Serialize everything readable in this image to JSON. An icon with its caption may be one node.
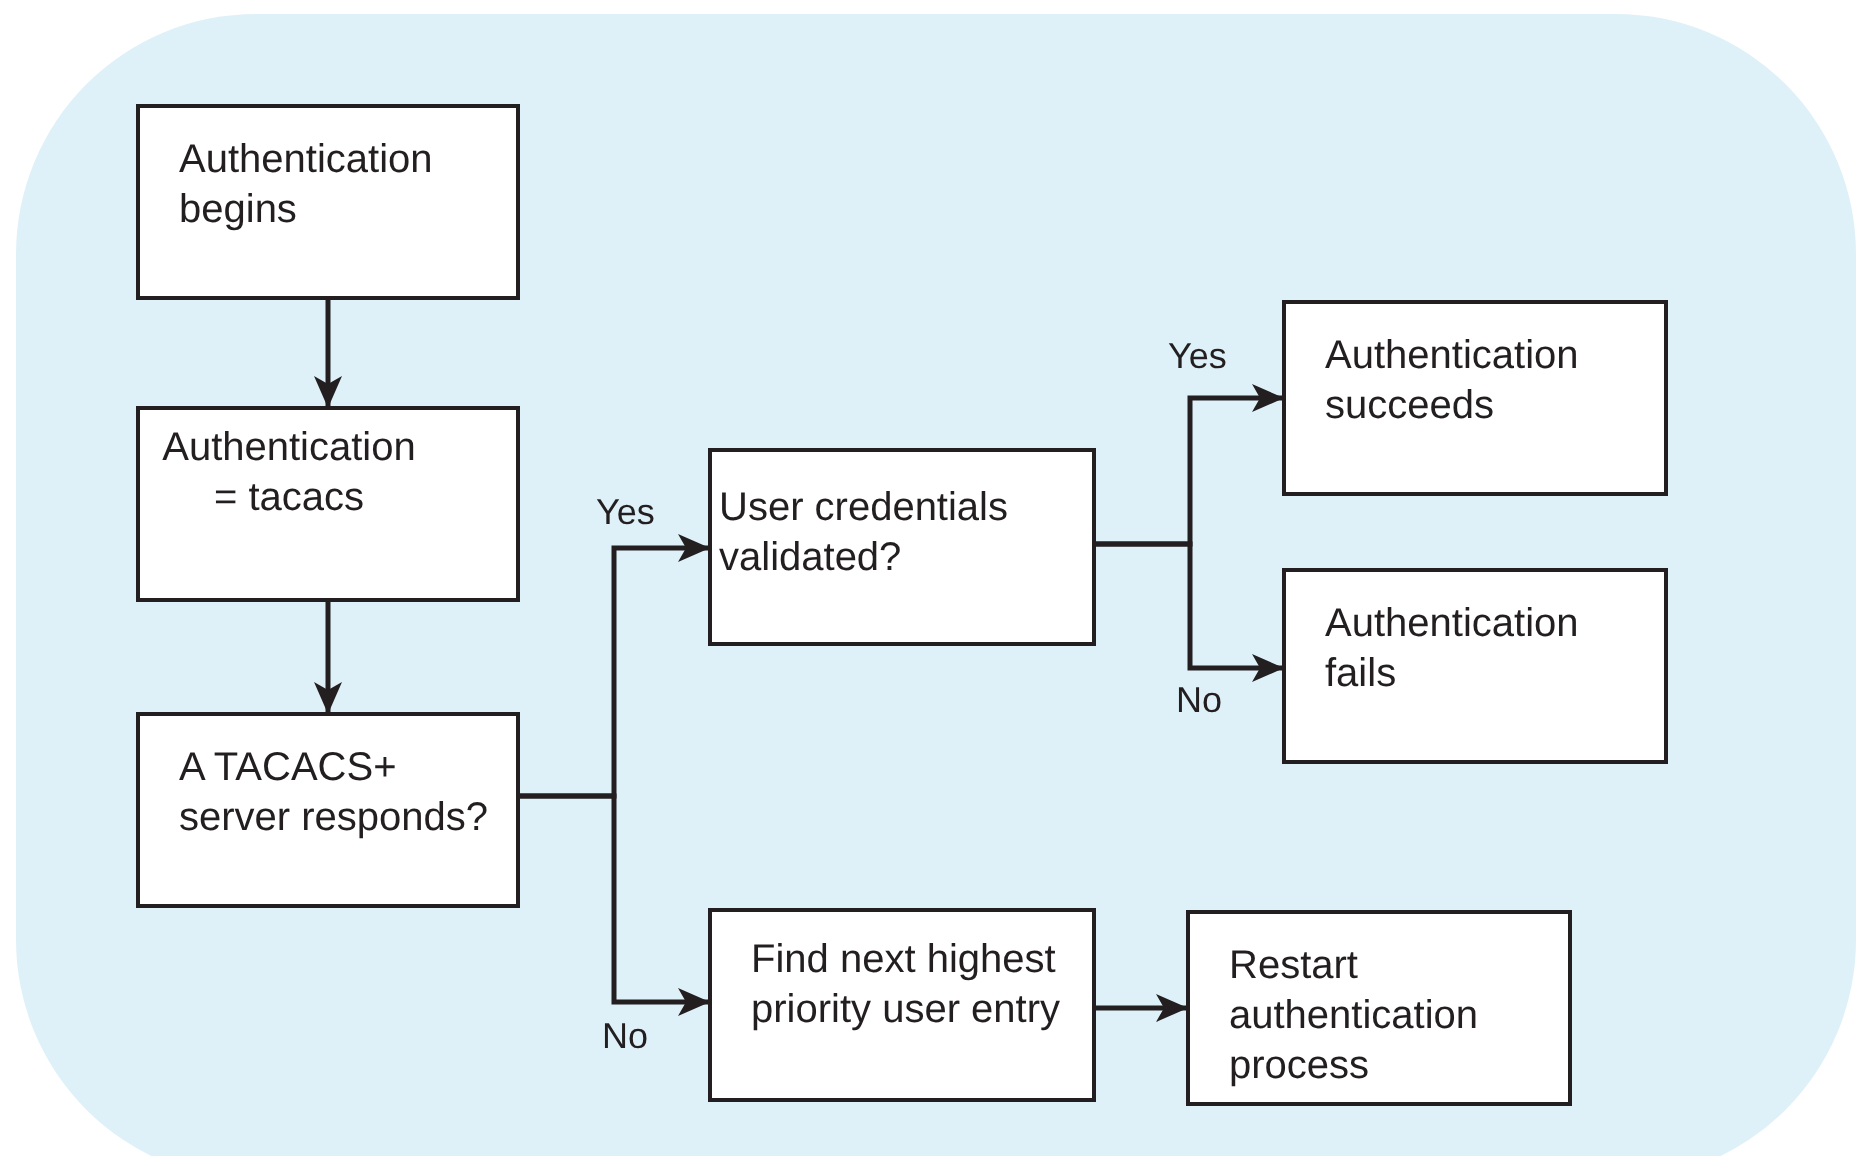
{
  "diagram": {
    "nodes": [
      {
        "text": [
          "Authentication begins"
        ]
      },
      {
        "text": [
          "Authentication = tacacs"
        ]
      },
      {
        "text": [
          "A TACACS+ server responds?"
        ]
      },
      {
        "text": [
          "User credentials validated?"
        ]
      },
      {
        "text": [
          "Authentication succeeds"
        ]
      },
      {
        "text": [
          "Authentication fails"
        ]
      },
      {
        "text": [
          "Find next highest priority user entry"
        ]
      },
      {
        "text": [
          "Restart authentication process"
        ]
      }
    ],
    "edges": [
      {
        "from": 0,
        "to": 1,
        "arrow": "to"
      },
      {
        "from": 1,
        "to": 2,
        "arrow": "to"
      },
      {
        "from": 2,
        "to": 3,
        "arrow": "to",
        "label": "Yes"
      },
      {
        "from": 2,
        "to": 6,
        "arrow": "to",
        "label": "No"
      },
      {
        "from": 3,
        "to": 4,
        "arrow": "to",
        "label": "Yes"
      },
      {
        "from": 3,
        "to": 5,
        "arrow": "to",
        "label": "No"
      },
      {
        "from": 6,
        "to": 7,
        "arrow": "to"
      }
    ]
  }
}
